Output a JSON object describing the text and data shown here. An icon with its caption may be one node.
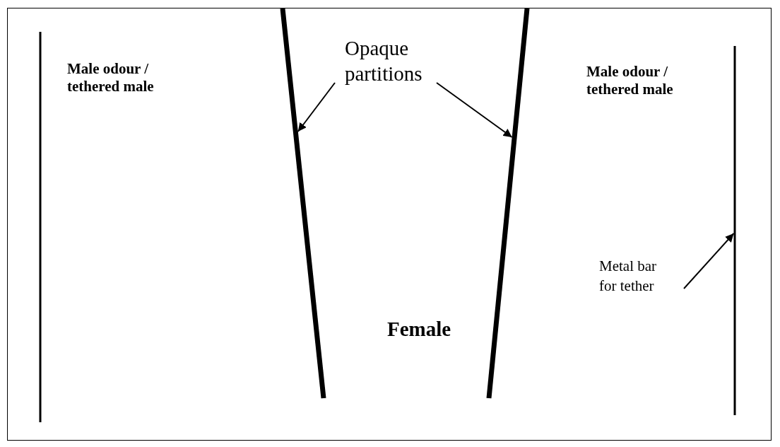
{
  "diagram": {
    "nodes": [
      {
        "text": [
          "Opaque partitions"
        ]
      },
      {
        "text": [],
        "shape": "bar"
      },
      {
        "text": [],
        "shape": "bar"
      },
      {
        "text": [
          "Metal bar for tether"
        ]
      },
      {
        "text": [],
        "shape": "bar"
      }
    ],
    "edges": [
      {
        "from": 0,
        "to": 1,
        "arrow": "to"
      },
      {
        "from": 0,
        "to": 2,
        "arrow": "to"
      },
      {
        "from": 3,
        "to": 4,
        "arrow": "to"
      }
    ],
    "labels": [
      "Male odour / tethered male",
      "Male odour / tethered male",
      "Female"
    ]
  }
}
